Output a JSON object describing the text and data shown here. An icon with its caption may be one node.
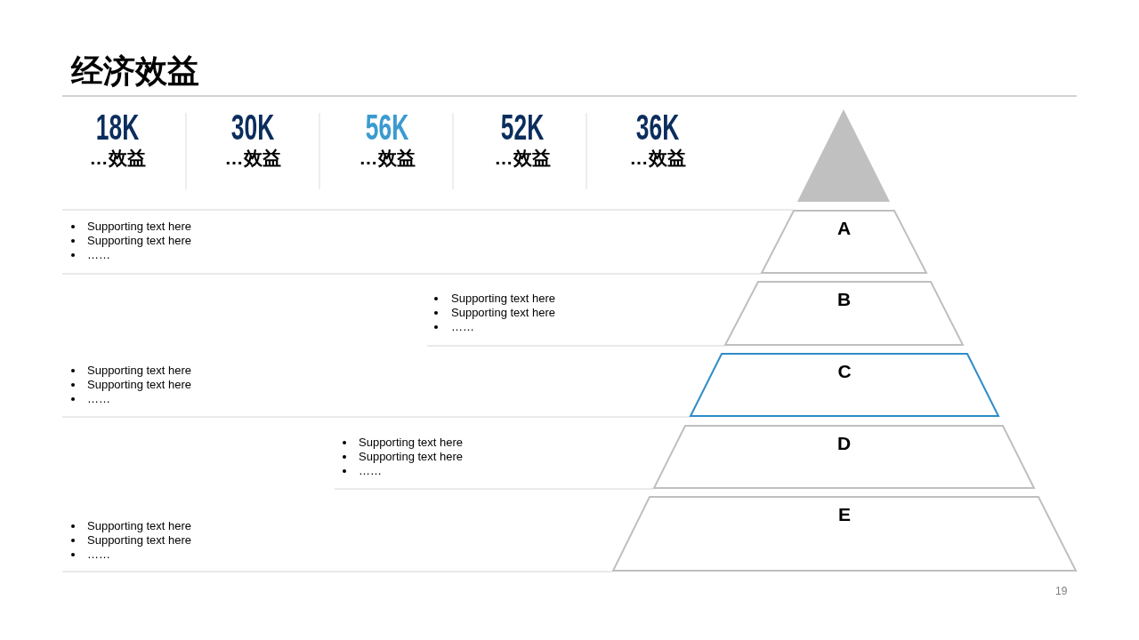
{
  "diagram": {
    "title": "经济效益",
    "nodes": [
      {
        "text": [],
        "shape": "triangle"
      },
      {
        "text": [
          "A"
        ]
      },
      {
        "text": [
          "B"
        ]
      },
      {
        "text": [
          "C"
        ]
      },
      {
        "text": [
          "D"
        ]
      },
      {
        "text": [
          "E"
        ]
      }
    ],
    "labels": [
      "18K",
      "…效益",
      "30K",
      "…效益",
      "56K",
      "…效益",
      "52K",
      "…效益",
      "36K",
      "…效益",
      "Supporting text here",
      "Supporting text here",
      "……",
      "Supporting text here",
      "Supporting text here",
      "……",
      "Supporting text here",
      "Supporting text here",
      "……",
      "Supporting text here",
      "Supporting text here",
      "……",
      "Supporting text here",
      "Supporting text here",
      "……",
      "19"
    ]
  }
}
